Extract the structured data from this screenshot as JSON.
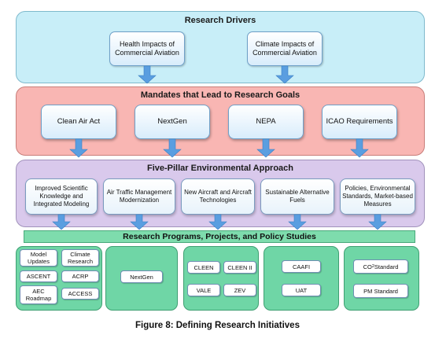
{
  "drivers": {
    "title": "Research Drivers",
    "items": [
      "Health Impacts of Commercial Aviation",
      "Climate Impacts of Commercial Aviation"
    ]
  },
  "mandates": {
    "title": "Mandates that Lead to Research Goals",
    "items": [
      "Clean Air Act",
      "NextGen",
      "NEPA",
      "ICAO Requirements"
    ]
  },
  "pillars": {
    "title": "Five-Pillar Environmental Approach",
    "items": [
      "Improved Scientific Knowledge and Integrated Modeling",
      "Air Traffic Management Modernization",
      "New Aircraft and Aircraft Technologies",
      "Sustainable Alternative Fuels",
      "Policies, Environmental Standards, Market-based Measures"
    ]
  },
  "programs": {
    "title": "Research Programs, Projects, and  Policy Studies",
    "group1": [
      "Model Updates",
      "Climate Research",
      "ASCENT",
      "ACRP",
      "AEC Roadmap",
      "ACCESS"
    ],
    "group2": [
      "NextGen"
    ],
    "group3": [
      "CLEEN",
      "CLEEN II",
      "VALE",
      "ZEV"
    ],
    "group4": [
      "CAAFI",
      "UAT"
    ],
    "group5": {
      "co2_prefix": "CO",
      "co2_sub": "2",
      "co2_suffix": " Standard",
      "pm": "PM Standard"
    }
  },
  "caption": "Figure 8: Defining Research Initiatives",
  "colors": {
    "drivers_band": "#c8eef8",
    "mandates_band": "#f9b6b3",
    "pillars_band": "#d9c9ec",
    "programs_band": "#7edcad",
    "arrow": "#5a9ee0"
  }
}
